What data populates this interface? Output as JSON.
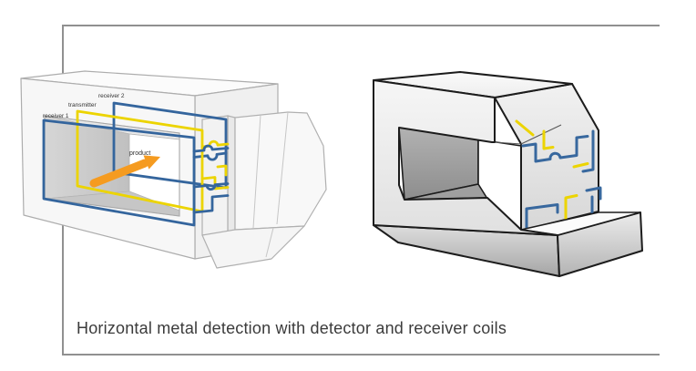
{
  "caption": {
    "text": "Horizontal metal detection with detector and receiver coils"
  },
  "left_illustration": {
    "alt": "transparent-detector-housing-with-coils-product-arrow-and-chute",
    "labels": {
      "receiver1": "receiver 1",
      "transmitter": "transmitter",
      "receiver2": "receiver 2",
      "product": "product"
    }
  },
  "right_illustration": {
    "alt": "cutaway-detector-block-showing-embedded-coil-traces"
  },
  "colors": {
    "coil_blue": "#34659d",
    "coil_yellow": "#ecd400",
    "arrow_orange": "#f59b20",
    "frame_gray": "#909090",
    "outline_black": "#1c1c1c",
    "caption_text": "#3b3b3b"
  }
}
